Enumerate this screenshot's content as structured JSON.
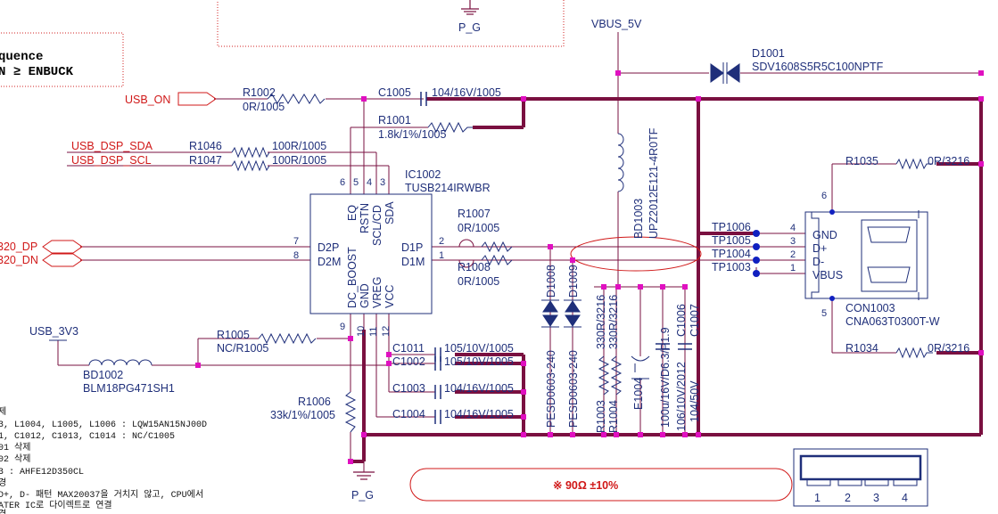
{
  "title_note": {
    "line1": "quence",
    "line2": "N ≥ ENBUCK"
  },
  "nets": {
    "usb_on": "USB_ON",
    "usb_dsp_sda": "USB_DSP_SDA",
    "usb_dsp_scl": "USB_DSP_SCL",
    "dp": "320_DP",
    "dn": "320_DN",
    "usb_3v3": "USB_3V3",
    "vbus": "VBUS_5V",
    "pg_top": "P_G",
    "pg_bottom": "P_G"
  },
  "ic": {
    "ref": "IC1002",
    "part": "TUSB214IRWBR",
    "pins_top": [
      {
        "num": "6",
        "name": "EQ"
      },
      {
        "num": "5",
        "name": "RSTN"
      },
      {
        "num": "4",
        "name": "SCL/CD"
      },
      {
        "num": "3",
        "name": "SDA"
      }
    ],
    "pins_left": [
      {
        "num": "7",
        "name": "D2P"
      },
      {
        "num": "8",
        "name": "D2M"
      }
    ],
    "pins_right": [
      {
        "num": "2",
        "name": "D1P"
      },
      {
        "num": "1",
        "name": "D1M"
      }
    ],
    "pins_bottom": [
      {
        "num": "9",
        "name": "DC_BOOST"
      },
      {
        "num": "10",
        "name": "GND"
      },
      {
        "num": "11",
        "name": "VREG"
      },
      {
        "num": "12",
        "name": "VCC"
      }
    ]
  },
  "components": {
    "r1002": {
      "ref": "R1002",
      "value": "0R/1005"
    },
    "c1005": {
      "ref": "C1005",
      "value": "104/16V/1005"
    },
    "r1001": {
      "ref": "R1001",
      "value": "1.8k/1%/1005"
    },
    "r1046": {
      "ref": "R1046",
      "value": "100R/1005"
    },
    "r1047": {
      "ref": "R1047",
      "value": "100R/1005"
    },
    "r1007": {
      "ref": "R1007",
      "value": "0R/1005"
    },
    "r1008": {
      "ref": "R1008",
      "value": "0R/1005"
    },
    "r1005": {
      "ref": "R1005",
      "value": "NC/R1005"
    },
    "bd1002": {
      "ref": "BD1002",
      "value": "BLM18PG471SH1"
    },
    "r1006": {
      "ref": "R1006",
      "value": "33k/1%/1005"
    },
    "c1011": {
      "ref": "C1011",
      "value": "105/10V/1005"
    },
    "c1002": {
      "ref": "C1002",
      "value": "105/10V/1005"
    },
    "c1003": {
      "ref": "C1003",
      "value": "104/16V/1005"
    },
    "c1004": {
      "ref": "C1004",
      "value": "104/16V/1005"
    },
    "d1008": {
      "ref": "D1008",
      "value": "PESD0603-240"
    },
    "d1009": {
      "ref": "D1009",
      "value": "PESD0603-240"
    },
    "r1003": {
      "ref": "R1003",
      "value": "330R/3216"
    },
    "r1004": {
      "ref": "R1004",
      "value": "330R/3216"
    },
    "bd1003": {
      "ref": "BD1003",
      "value": "UPZ2012E121-4R0TF"
    },
    "e1004": {
      "ref": "E1004",
      "value": "100u/16V/D6.3/P1.9"
    },
    "c1006": {
      "ref": "C1006",
      "value": "106/10V/2012"
    },
    "c1007": {
      "ref": "C1007",
      "value": "104/50V"
    },
    "d1001": {
      "ref": "D1001",
      "value": "SDV1608S5R5C100NPTF"
    },
    "r1035": {
      "ref": "R1035",
      "value": "0R/3216"
    },
    "r1034": {
      "ref": "R1034",
      "value": "0R/3216"
    },
    "con1003": {
      "ref": "CON1003",
      "value": "CNA063T0300T-W"
    }
  },
  "testpoints": [
    "TP1006",
    "TP1005",
    "TP1004",
    "TP1003"
  ],
  "connector_pins": [
    {
      "num": "4",
      "name": "GND"
    },
    {
      "num": "3",
      "name": "D+"
    },
    {
      "num": "2",
      "name": "D-"
    },
    {
      "num": "1",
      "name": "VBUS"
    }
  ],
  "connector_side_pins": {
    "top": "6",
    "bottom": "5"
  },
  "impedance_note": "※ 90Ω ±10%",
  "usb_icon_pins": [
    "1",
    "2",
    "3",
    "4"
  ],
  "notes": [
    "제",
    "3, L1004, L1005, L1006 : LQW15AN15NJ00D",
    "1, C1012, C1013, C1014 : NC/C1005",
    "01 삭제",
    "02 삭제",
    "3 : AHFE12D350CL",
    "경",
    "D+, D- 패턴 MAX20037을 거치지 않고, CPU에서",
    "ATER IC로 다이렉트로 연결",
    "경"
  ]
}
